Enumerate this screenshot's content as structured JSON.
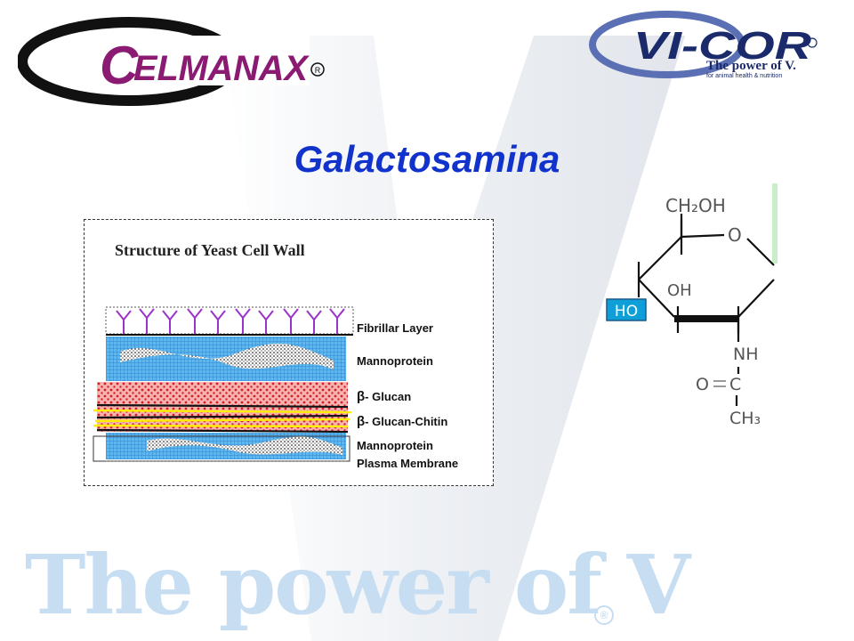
{
  "brand_left": {
    "name": "CELMANAX",
    "registered": "®"
  },
  "brand_right": {
    "name": "VI-COR",
    "registered": "®",
    "tagline": "The power of V.",
    "subline": "for animal health & nutrition"
  },
  "slide": {
    "title": "Galactosamina"
  },
  "diagram": {
    "title": "Structure of Yeast Cell Wall",
    "layers": [
      {
        "beta": "",
        "label": "Fibrillar Layer"
      },
      {
        "beta": "",
        "label": "Mannoprotein"
      },
      {
        "beta": "β",
        "label": "- Glucan"
      },
      {
        "beta": "β",
        "label": "- Glucan-Chitin"
      },
      {
        "beta": "",
        "label": "Mannoprotein"
      },
      {
        "beta": "",
        "label": "Plasma Membrane"
      }
    ]
  },
  "molecule": {
    "ch2oh": "CH₂OH",
    "ring_o": "O",
    "oh": "OH",
    "ho": "HO",
    "nh": "NH",
    "o": "O",
    "c": "C",
    "ch3": "CH₃"
  },
  "footer": {
    "slogan": "The power of V",
    "registered": "®"
  },
  "colors": {
    "title": "#1133cc",
    "celmanax_purple": "#8a1a72",
    "vicor_navy": "#1a2a6a",
    "vicor_ring": "#5a6fb4",
    "watermark": "#c6ddf2",
    "ho_box": "#0e9fd8"
  }
}
